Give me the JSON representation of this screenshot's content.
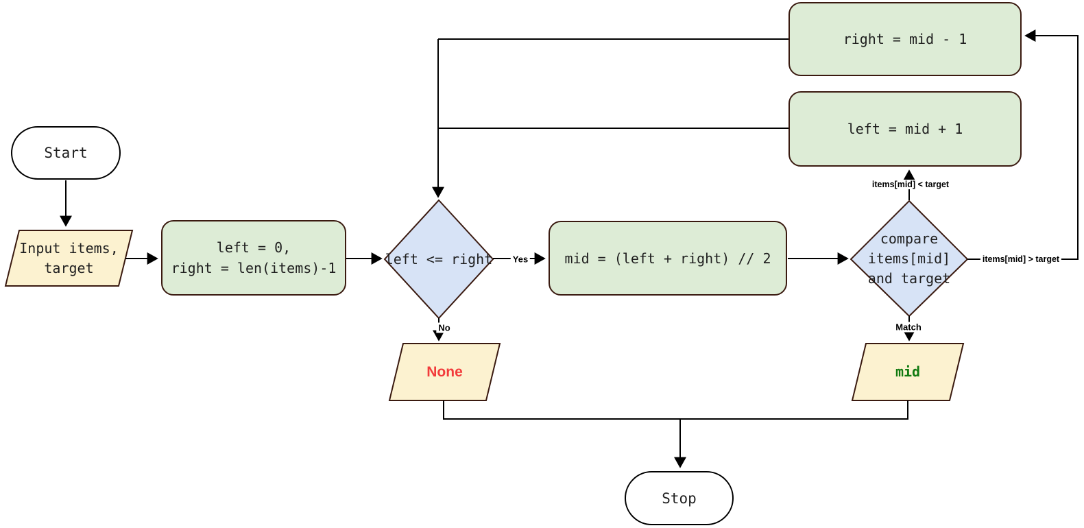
{
  "diagram": {
    "type": "flowchart",
    "nodes": {
      "start": {
        "label": "Start"
      },
      "input": {
        "label": "Input items,\ntarget"
      },
      "init": {
        "label": "left = 0,\nright = len(items)-1"
      },
      "loop_condition": {
        "label": "left <= right"
      },
      "compute_mid": {
        "label": "mid = (left + right) // 2"
      },
      "compare": {
        "label": "compare\nitems[mid]\nand target"
      },
      "update_right": {
        "label": "right = mid - 1"
      },
      "update_left": {
        "label": "left = mid + 1"
      },
      "output_none": {
        "label": "None"
      },
      "output_mid": {
        "label": "mid"
      },
      "stop": {
        "label": "Stop"
      }
    },
    "edge_labels": {
      "yes": "Yes",
      "no": "No",
      "match": "Match",
      "less_than": "items[mid] < target",
      "greater_than": "items[mid] > target"
    },
    "colors": {
      "process_fill": "#ddecd6",
      "decision_fill": "#d7e3f6",
      "io_fill": "#fcf2d0",
      "shape_border": "#3a1a10",
      "terminator_fill": "#ffffff",
      "terminator_border": "#000000",
      "line": "#000000",
      "none_text": "#f23b3b",
      "mid_text": "#117a11",
      "node_text": "#1f1f1f"
    }
  }
}
